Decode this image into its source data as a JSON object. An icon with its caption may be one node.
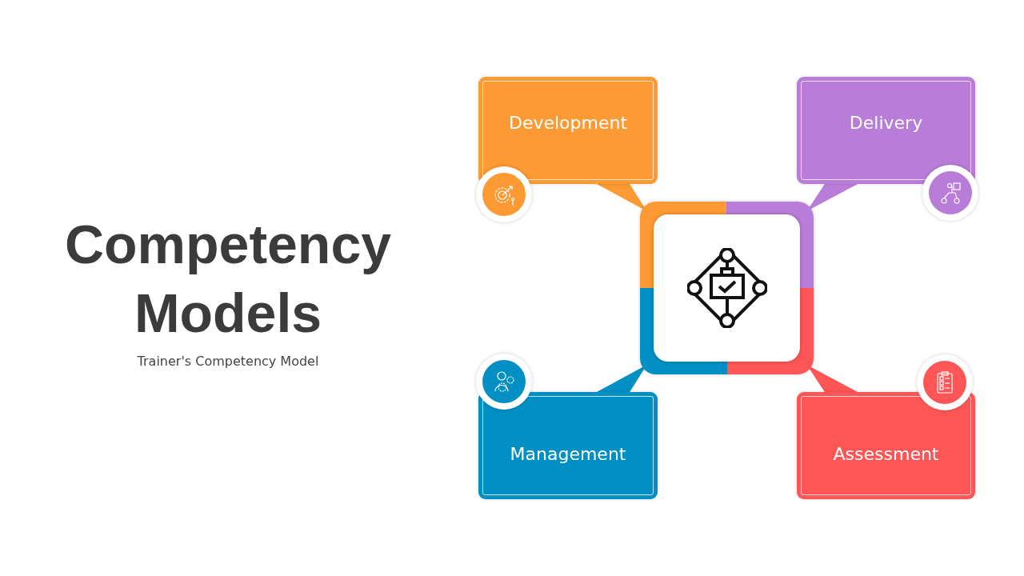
{
  "diagram": {
    "title": "Competency Models",
    "nodes": [
      {
        "text": [],
        "shape": "box"
      },
      {
        "text": [
          "Development"
        ]
      },
      {
        "text": [
          "Delivery"
        ]
      },
      {
        "text": [
          "Management"
        ]
      },
      {
        "text": [
          "Assessment"
        ]
      }
    ],
    "edges": [
      {
        "from": 1,
        "to": 0,
        "arrow": "none"
      },
      {
        "from": 2,
        "to": 0,
        "arrow": "none"
      },
      {
        "from": 3,
        "to": 0,
        "arrow": "none"
      },
      {
        "from": 4,
        "to": 0,
        "arrow": "none"
      }
    ],
    "labels": [
      "Trainer's Competency Model"
    ]
  }
}
